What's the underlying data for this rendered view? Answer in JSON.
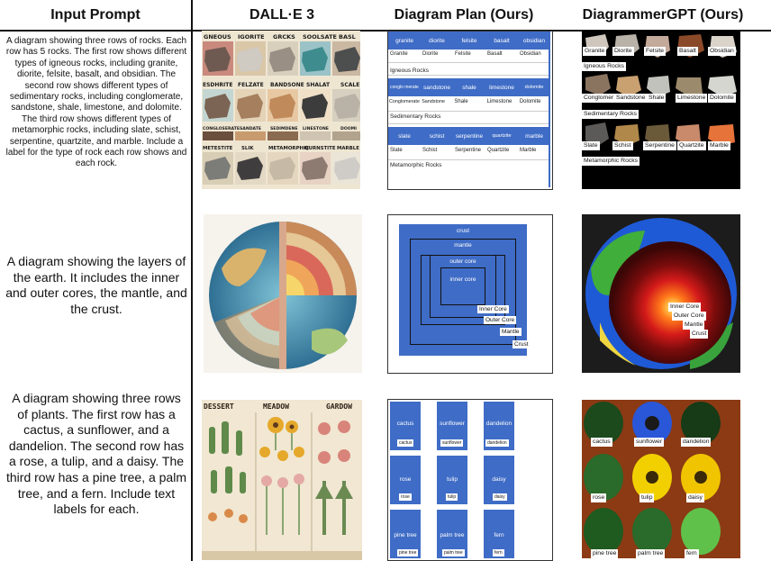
{
  "headers": {
    "input_prompt": "Input Prompt",
    "dalle": "DALL·E 3",
    "plan": "Diagram Plan (Ours)",
    "gpt": "DiagrammerGPT (Ours)"
  },
  "prompts": [
    "A diagram showing three rows of rocks. Each row has 5 rocks. The first row shows different types of igneous rocks, including granite, diorite, felsite, basalt, and obsidian. The second row shows different types of sedimentary rocks, including conglomerate, sandstone, shale, limestone, and dolomite. The third row shows different types of metamorphic rocks, including slate, schist, serpentine, quartzite, and marble. Include a label for the type of rock each row shows and each rock.",
    "A diagram showing the layers of the earth. It includes the inner and outer cores, the mantle, and the crust.",
    "A diagram showing three rows of plants. The first row has a cactus, a sunflower, and a dandelion. The second row has a rose, a tulip, and a daisy. The third row has a pine tree, a palm tree, and a fern. Include text labels for each."
  ],
  "dalle_rocks": {
    "headers": [
      "GNEOUS",
      "IGORITE",
      "GRCKS",
      "SOOLSATE",
      "BASL"
    ],
    "row2": [
      "ESDHRITE",
      "FELZATE",
      "BANDSONE",
      "SHALAT",
      "SCALE"
    ],
    "row2b": [
      "CONGLOSERATE",
      "SANDATE",
      "SEDIMDENE",
      "LINESTONE",
      "DOOMI"
    ],
    "row3": [
      "METESTITE",
      "SLIK",
      "METAMORPHIC",
      "QURNSTITE",
      "MARBLE"
    ]
  },
  "dalle_plants": {
    "headers": [
      "DESSERT",
      "MEADOW",
      "GARDOW"
    ]
  },
  "plan_rocks": {
    "igneous": [
      "granite",
      "diorite",
      "felsite",
      "basalt",
      "obsidian"
    ],
    "igneous_labels": [
      "Granite",
      "Diorite",
      "Felsite",
      "Basalt",
      "Obsidian"
    ],
    "igneous_title": "Igneous Rocks",
    "sedimentary": [
      "conglo merate",
      "sandstone",
      "shale",
      "limestone",
      "dolomite"
    ],
    "sedimentary_labels": [
      "Conglomerate",
      "Sandstone",
      "Shale",
      "Limestone",
      "Dolomite"
    ],
    "sedimentary_title": "Sedimentary Rocks",
    "metamorphic": [
      "slate",
      "schist",
      "serpentine",
      "quartzite",
      "marble"
    ],
    "metamorphic_labels": [
      "Slate",
      "Schist",
      "Serpentine",
      "Quartzite",
      "Marble"
    ],
    "metamorphic_title": "Metamorphic Rocks"
  },
  "plan_earth": {
    "crust": "crust",
    "mantle": "mantle",
    "outer_core": "outer core",
    "inner_core": "inner core",
    "labels": [
      "Inner Core",
      "Outer Core",
      "Mantle",
      "Crust"
    ]
  },
  "plan_plants": {
    "names": [
      "cactus",
      "sunflower",
      "dandelion",
      "rose",
      "tulip",
      "daisy",
      "pine tree",
      "palm tree",
      "fern"
    ],
    "labels": [
      "cactus",
      "sunflower",
      "dandelion",
      "rose",
      "tulip",
      "daisy",
      "pine tree",
      "palm tree",
      "fern"
    ]
  },
  "gpt_rocks": {
    "row1": [
      "Granite",
      "Diorite",
      "Felsite",
      "Basalt",
      "Obsidian"
    ],
    "row1_title": "Igneous Rocks",
    "row2": [
      "Conglomer",
      "Sandstone",
      "Shale",
      "Limestone",
      "Dolomite"
    ],
    "row2_title": "Sedimentary Rocks",
    "row3": [
      "Slate",
      "Schist",
      "Serpentine",
      "Quartzite",
      "Marble"
    ],
    "row3_title": "Metamorphic Rocks"
  },
  "gpt_earth": {
    "labels": [
      "Inner Core",
      "Outer Core",
      "Mantle",
      "Crust"
    ]
  },
  "gpt_plants": {
    "labels": [
      "cactus",
      "sunflower",
      "dandelion",
      "rose",
      "tulip",
      "daisy",
      "pine tree",
      "palm tree",
      "fern"
    ]
  },
  "colors": {
    "plan_blue": "#3f6cc6",
    "gpt_plant_bg": "#8b3a14"
  }
}
